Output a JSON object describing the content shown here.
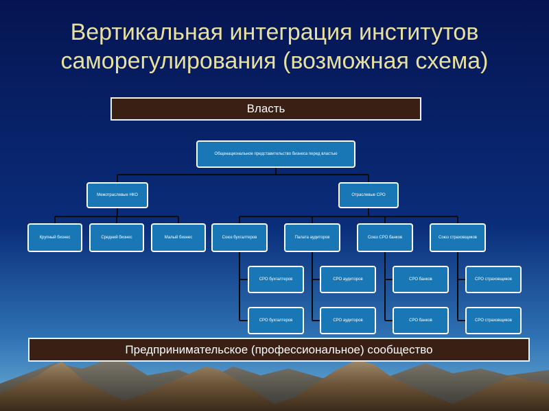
{
  "title": {
    "line1": "Вертикальная интеграция институтов",
    "line2": "саморегулирования (возможная схема)"
  },
  "top_bar": "Власть",
  "bottom_bar": "Предпринимательское (профессиональное) сообщество",
  "diagram": {
    "root": "Общенациональное представительство бизнеса перед властью",
    "level1": [
      "Межотраслевые НКО",
      "Отраслевые СРО"
    ],
    "level2_left": [
      "Крупный бизнес",
      "Средний бизнес",
      "Малый бизнес"
    ],
    "level2_right": [
      "Союз бухгалтеров",
      "Палата аудиторов",
      "Союз СРО банков",
      "Союз страховщиков"
    ],
    "level3": [
      [
        "СРО бухгалтеров",
        "СРО бухгалтеров"
      ],
      [
        "СРО аудиторов",
        "СРО аудиторов"
      ],
      [
        "СРО банков",
        "СРО банков"
      ],
      [
        "СРО страховщиков",
        "СРО страховщиков"
      ]
    ]
  },
  "colors": {
    "node_fill": "#1877b4",
    "node_border": "#ffffff",
    "bar_fill": "#3a1f14",
    "title_text": "#e8e0a0",
    "sky_top": "#071a5c",
    "sky_bottom": "#5aa4cf"
  }
}
